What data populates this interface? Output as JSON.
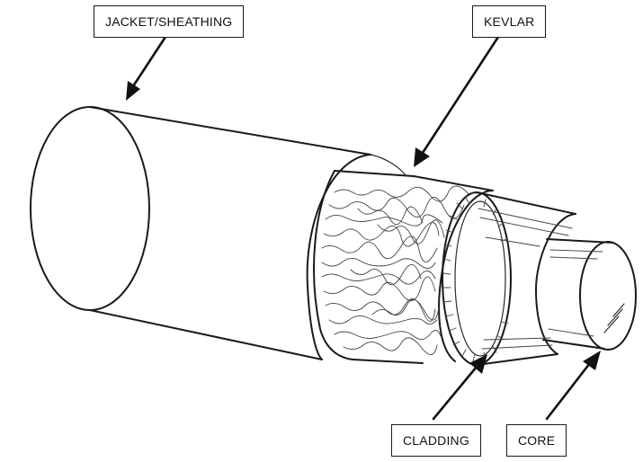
{
  "labels": {
    "jacket": "JACKET/SHEATHING",
    "kevlar": "KEVLAR",
    "cladding": "CLADDING",
    "core": "CORE"
  },
  "colors": {
    "line": "#1a1a1a",
    "background": "#ffffff"
  }
}
